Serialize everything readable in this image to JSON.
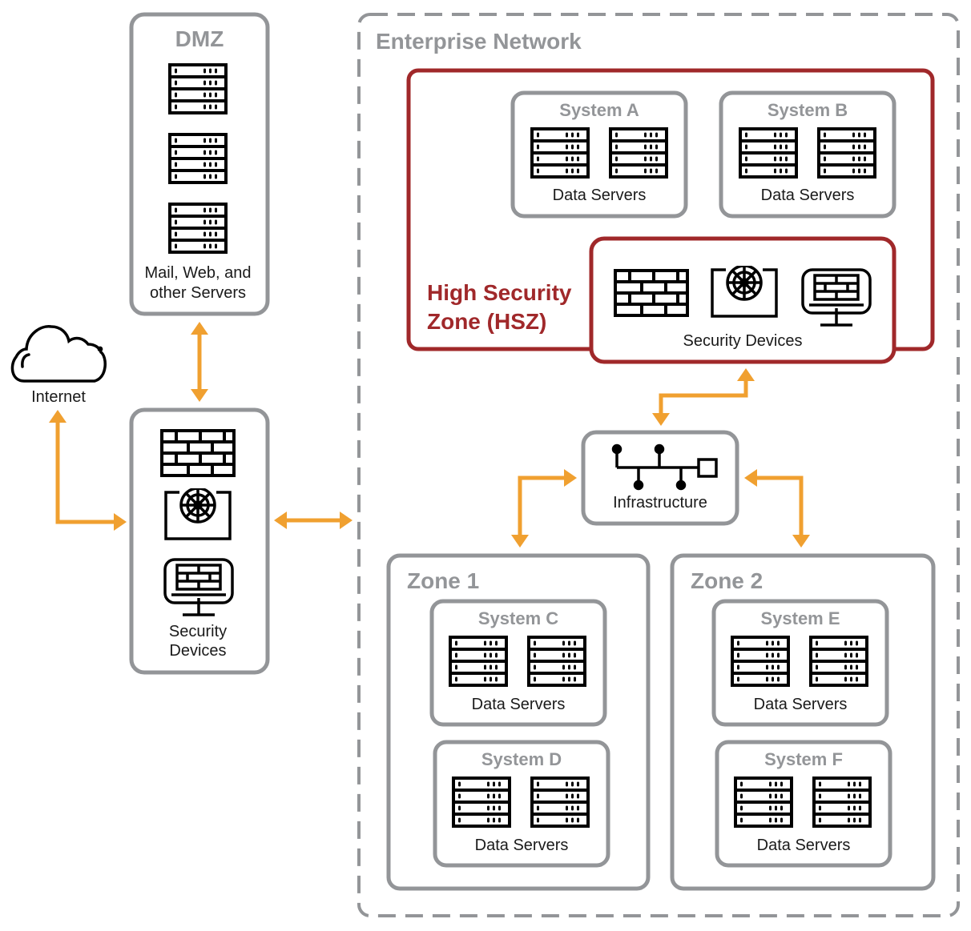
{
  "colors": {
    "box_border": "#939598",
    "hsz_border": "#a0282a",
    "arrow": "#f0a030",
    "icon": "#000000",
    "label": "#1a1a1a"
  },
  "internet": {
    "label": "Internet",
    "icon": "cloud-icon"
  },
  "dmz": {
    "title": "DMZ",
    "caption_line1": "Mail, Web, and",
    "caption_line2": "other Servers",
    "icons": [
      "server-rack-icon",
      "server-rack-icon",
      "server-rack-icon"
    ]
  },
  "perimeter_security": {
    "caption_line1": "Security",
    "caption_line2": "Devices",
    "icons": [
      "firewall-icon",
      "vault-icon",
      "monitor-firewall-icon"
    ]
  },
  "enterprise": {
    "title": "Enterprise Network",
    "hsz": {
      "title_line1": "High Security",
      "title_line2": "Zone (HSZ)",
      "systems": [
        {
          "title": "System A",
          "caption": "Data Servers"
        },
        {
          "title": "System B",
          "caption": "Data Servers"
        }
      ],
      "security_devices": {
        "caption": "Security Devices",
        "icons": [
          "firewall-icon",
          "vault-icon",
          "monitor-firewall-icon"
        ]
      }
    },
    "infrastructure": {
      "label": "Infrastructure",
      "icon": "network-bus-icon"
    },
    "zones": [
      {
        "title": "Zone 1",
        "systems": [
          {
            "title": "System C",
            "caption": "Data Servers"
          },
          {
            "title": "System D",
            "caption": "Data Servers"
          }
        ]
      },
      {
        "title": "Zone 2",
        "systems": [
          {
            "title": "System E",
            "caption": "Data Servers"
          },
          {
            "title": "System F",
            "caption": "Data Servers"
          }
        ]
      }
    ]
  },
  "connections": [
    {
      "from": "Internet",
      "to": "Perimeter Security Devices",
      "direction": "bidirectional"
    },
    {
      "from": "DMZ",
      "to": "Perimeter Security Devices",
      "direction": "bidirectional"
    },
    {
      "from": "Perimeter Security Devices",
      "to": "Enterprise Network",
      "direction": "bidirectional"
    },
    {
      "from": "Infrastructure",
      "to": "HSZ Security Devices",
      "direction": "bidirectional"
    },
    {
      "from": "Infrastructure",
      "to": "Zone 1",
      "direction": "bidirectional"
    },
    {
      "from": "Infrastructure",
      "to": "Zone 2",
      "direction": "bidirectional"
    }
  ]
}
